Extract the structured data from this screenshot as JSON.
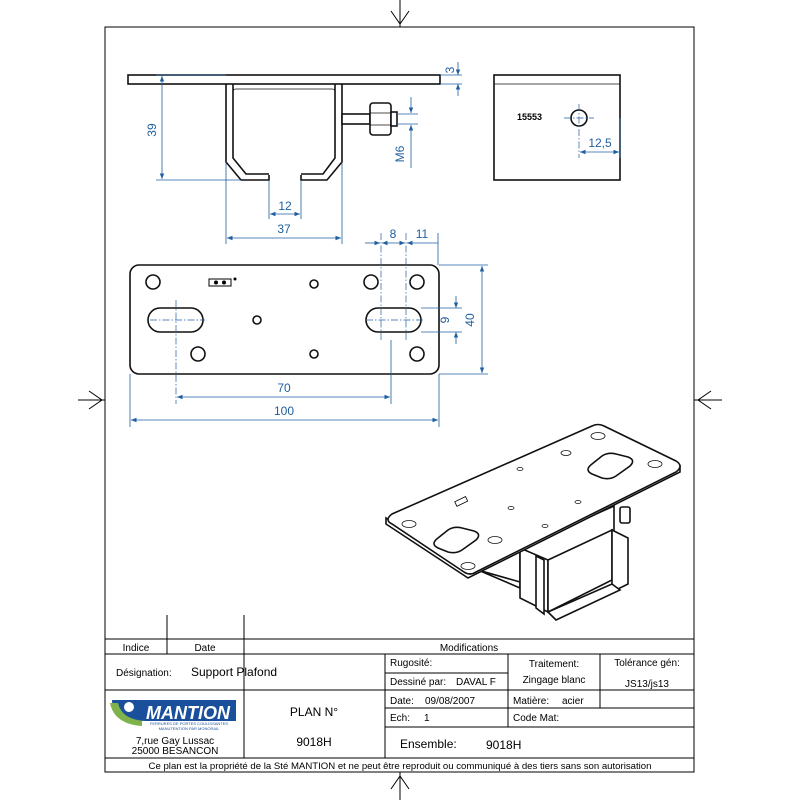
{
  "views": {
    "front": {
      "dim_thickness": "3",
      "dim_height": "39",
      "dim_thread": "M6",
      "dim_slot": "12",
      "dim_width": "37"
    },
    "side": {
      "part_mark": "15553",
      "dim_hole": "12,5"
    },
    "top": {
      "dim_slot_a": "8",
      "dim_slot_b": "11",
      "dim_slot_w": "9",
      "dim_height": "40",
      "dim_holes": "70",
      "dim_length": "100"
    }
  },
  "title_block": {
    "indice_label": "Indice",
    "date_label": "Date",
    "modifications_label": "Modifications",
    "designation_label": "Désignation:",
    "designation_value": "Support Plafond",
    "rugosite_label": "Rugosité:",
    "dessine_label": "Dessiné par:",
    "dessine_value": "DAVAL F",
    "traitement_label": "Traitement:",
    "traitement_value": "Zingage blanc",
    "tolerance_label": "Tolérance gén:",
    "tolerance_value": "JS13/js13",
    "plan_label": "PLAN N°",
    "plan_value": "9018H",
    "date_row_label": "Date:",
    "date_row_value": "09/08/2007",
    "ech_label": "Ech:",
    "ech_value": "1",
    "matiere_label": "Matière:",
    "matiere_value": "acier",
    "code_mat_label": "Code Mat:",
    "ensemble_label": "Ensemble:",
    "ensemble_value": "9018H",
    "company_name": "MANTION",
    "company_tagline_1": "FERRURES DE PORTES COULISSANTES",
    "company_tagline_2": "MANUTENTION PAR MONORAIL",
    "address_1": "7,rue Gay Lussac",
    "address_2": "25000 BESANCON",
    "footer": "Ce plan est la propriété de la Sté MANTION et ne peut être reproduit ou communiqué à des tiers sans son autorisation"
  },
  "colors": {
    "dimension": "#1f5fa0",
    "logo_blue": "#1a4f9c",
    "logo_green": "#7fb24a"
  }
}
